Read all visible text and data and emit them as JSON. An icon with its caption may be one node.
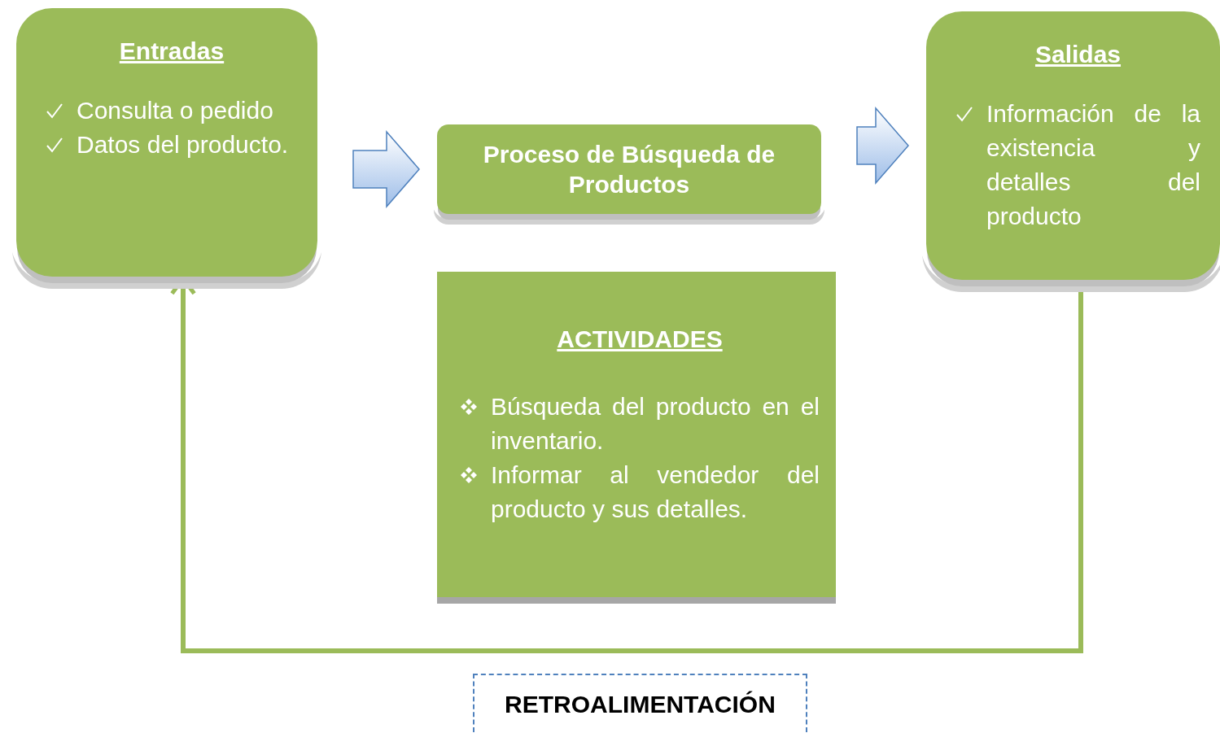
{
  "diagram": {
    "nodes": [
      {
        "text": [
          "Entradas",
          "Consulta o pedido",
          "Datos del producto."
        ]
      },
      {
        "text": [
          "Proceso de Búsqueda de Productos"
        ]
      },
      {
        "text": [
          "Salidas",
          "Información de la existencia y detalles del producto"
        ]
      },
      {
        "text": [
          "ACTIVIDADES",
          "Búsqueda del producto en el inventario.",
          "Informar al vendedor del producto y sus detalles."
        ]
      },
      {
        "text": [
          "RETROALIMENTACIÓN"
        ]
      }
    ],
    "edges": [
      {
        "from": 0,
        "to": 1,
        "arrow": "to",
        "color": "#c6d9f1"
      },
      {
        "from": 1,
        "to": 2,
        "arrow": "to",
        "color": "#c6d9f1"
      },
      {
        "from": 2,
        "to": 0,
        "arrow": "to",
        "color": "#9bbb59"
      }
    ]
  }
}
